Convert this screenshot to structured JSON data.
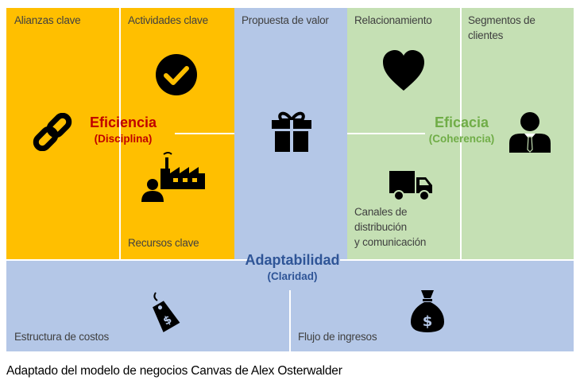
{
  "blocks": {
    "alianzas": "Alianzas clave",
    "actividades": "Actividades clave",
    "recursos": "Recursos clave",
    "propuesta": "Propuesta de valor",
    "relacionamiento": "Relacionamiento",
    "canales": [
      "Canales de",
      "distribución",
      "y comunicación"
    ],
    "segmentos": [
      "Segmentos de",
      "clientes"
    ],
    "costos": "Estructura de costos",
    "ingresos": "Flujo de ingresos"
  },
  "themes": {
    "eficiencia": {
      "title": "Eficiencia",
      "subtitle": "(Disciplina)",
      "color": "#C00000"
    },
    "eficacia": {
      "title": "Eficacia",
      "subtitle": "(Coherencia)",
      "color": "#70AD47"
    },
    "adaptabilidad": {
      "title": "Adaptabilidad",
      "subtitle": "(Claridad)",
      "color": "#2F5597"
    }
  },
  "colors": {
    "yellow": "#FFBF00",
    "blue": "#B4C7E7",
    "green": "#C5E0B4"
  },
  "icons": [
    "chain-link-icon",
    "checkmark-icon",
    "factory-worker-icon",
    "gift-icon",
    "heart-icon",
    "delivery-truck-icon",
    "businessman-icon",
    "price-tag-icon",
    "money-bag-icon"
  ],
  "caption": "Adaptado del modelo de negocios Canvas de Alex Osterwalder"
}
